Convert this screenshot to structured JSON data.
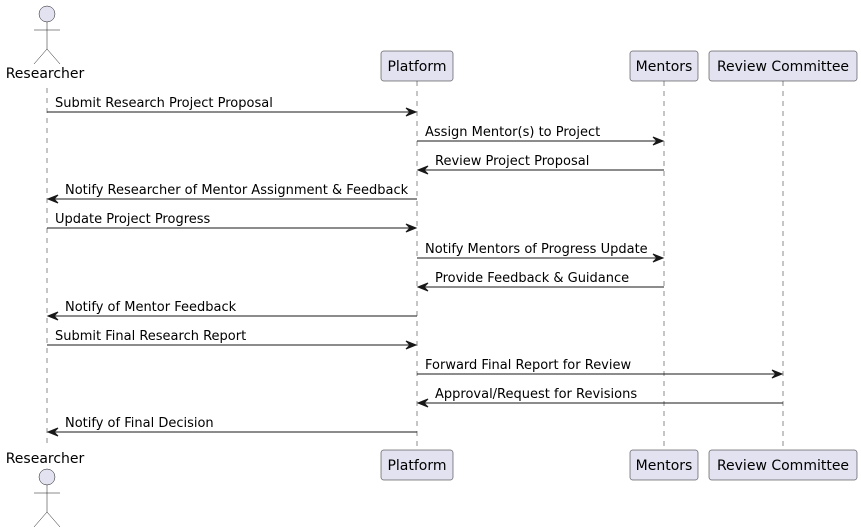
{
  "participants": [
    {
      "id": "researcher",
      "label": "Researcher",
      "kind": "actor"
    },
    {
      "id": "platform",
      "label": "Platform",
      "kind": "participant"
    },
    {
      "id": "mentors",
      "label": "Mentors",
      "kind": "participant"
    },
    {
      "id": "review_committee",
      "label": "Review Committee",
      "kind": "participant"
    }
  ],
  "messages": [
    {
      "from": "researcher",
      "to": "platform",
      "label": "Submit Research Project Proposal"
    },
    {
      "from": "platform",
      "to": "mentors",
      "label": "Assign Mentor(s) to Project"
    },
    {
      "from": "mentors",
      "to": "platform",
      "label": "Review Project Proposal"
    },
    {
      "from": "platform",
      "to": "researcher",
      "label": "Notify Researcher of Mentor Assignment & Feedback"
    },
    {
      "from": "researcher",
      "to": "platform",
      "label": "Update Project Progress"
    },
    {
      "from": "platform",
      "to": "mentors",
      "label": "Notify Mentors of Progress Update"
    },
    {
      "from": "mentors",
      "to": "platform",
      "label": "Provide Feedback & Guidance"
    },
    {
      "from": "platform",
      "to": "researcher",
      "label": "Notify of Mentor Feedback"
    },
    {
      "from": "researcher",
      "to": "platform",
      "label": "Submit Final Research Report"
    },
    {
      "from": "platform",
      "to": "review_committee",
      "label": "Forward Final Report for Review"
    },
    {
      "from": "review_committee",
      "to": "platform",
      "label": "Approval/Request for Revisions"
    },
    {
      "from": "platform",
      "to": "researcher",
      "label": "Notify of Final Decision"
    }
  ]
}
